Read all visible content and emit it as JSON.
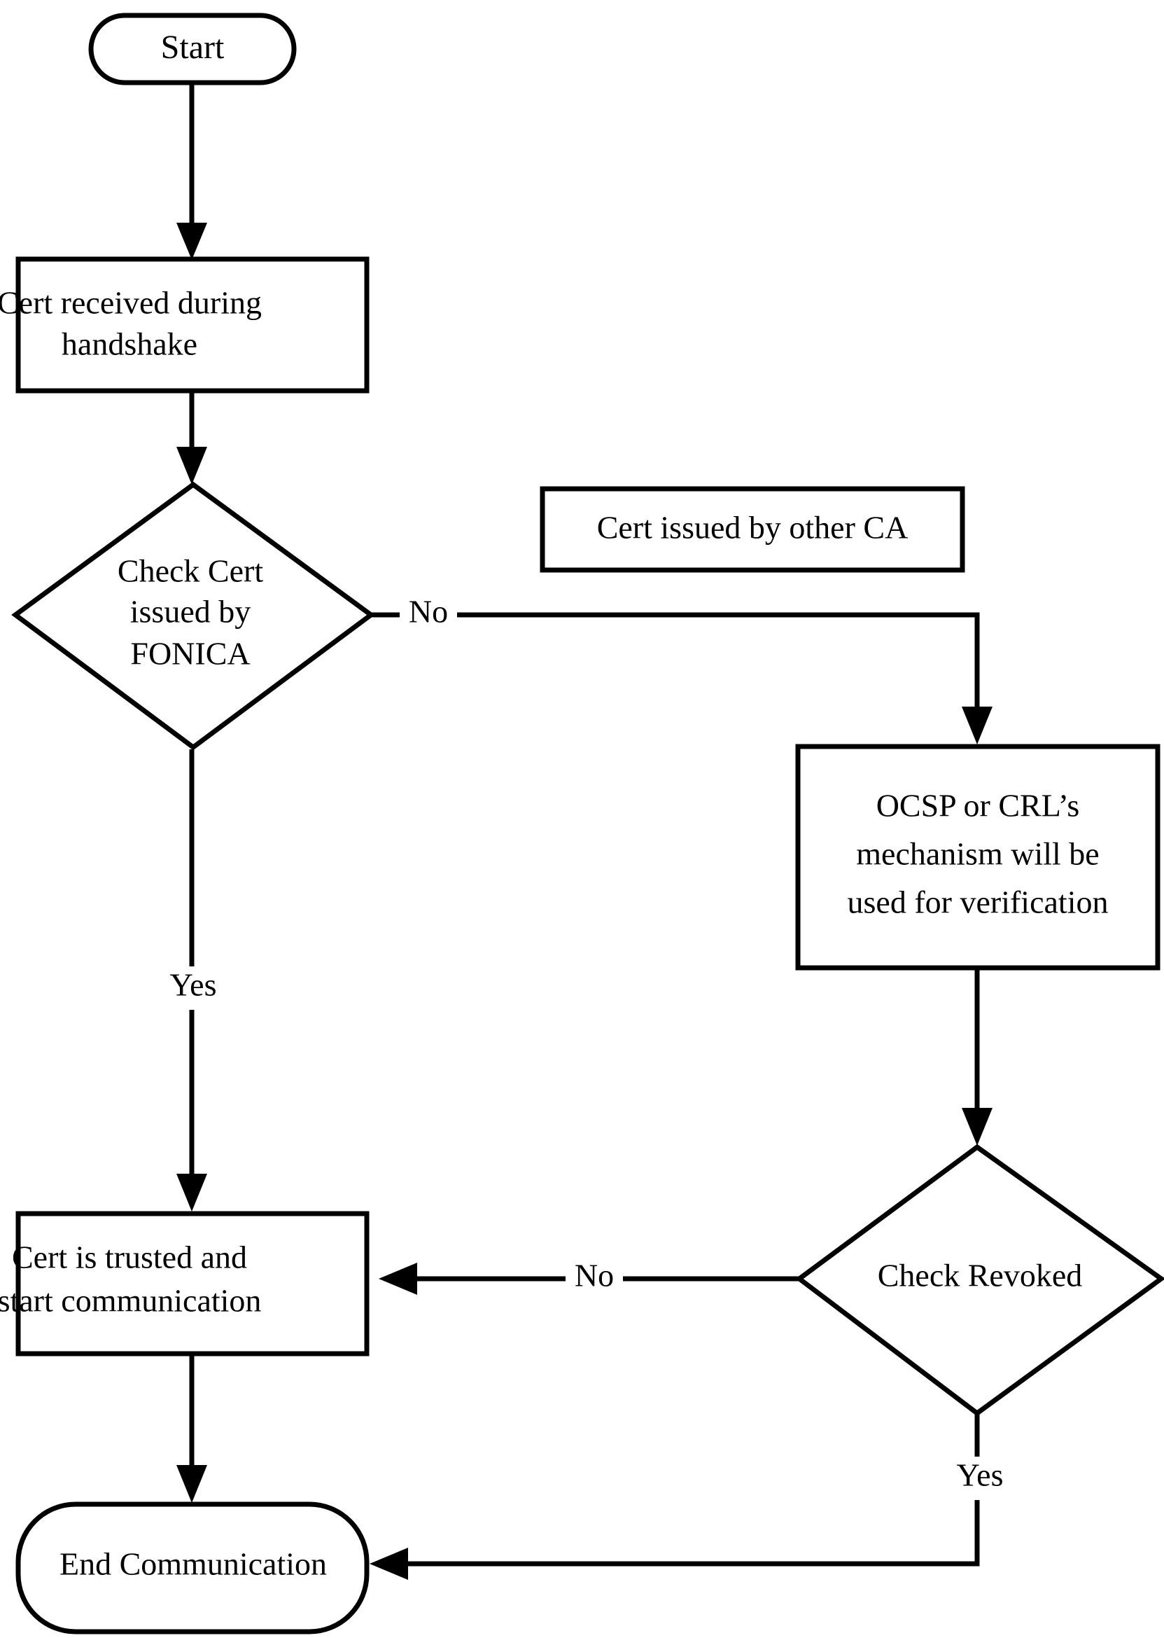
{
  "diagram": {
    "type": "flowchart",
    "title": "Certificate verification flow",
    "background_color": "#ffffff",
    "line_color": "#000000",
    "nodes": [
      {
        "id": "start",
        "shape": "terminator",
        "label": "Start"
      },
      {
        "id": "cert_recv",
        "shape": "process",
        "line1": "Cert received during",
        "line2": "handshake"
      },
      {
        "id": "check_fonica",
        "shape": "decision",
        "line1": "Check Cert",
        "line2": "issued by",
        "line3": "FONICA"
      },
      {
        "id": "other_ca",
        "shape": "process",
        "label": "Cert issued by other CA"
      },
      {
        "id": "ocsp_crl",
        "shape": "process",
        "line1": "OCSP or CRL’s",
        "line2": "mechanism will be",
        "line3": "used for verification"
      },
      {
        "id": "check_revoked",
        "shape": "decision",
        "label": "Check Revoked"
      },
      {
        "id": "cert_trusted",
        "shape": "process",
        "line1": "Cert is trusted and",
        "line2": "start communication"
      },
      {
        "id": "end_comm",
        "shape": "terminator",
        "label": "End Communication"
      }
    ],
    "edges": [
      {
        "from": "start",
        "to": "cert_recv",
        "label": ""
      },
      {
        "from": "cert_recv",
        "to": "check_fonica",
        "label": ""
      },
      {
        "from": "check_fonica",
        "to": "ocsp_crl",
        "label": "No"
      },
      {
        "from": "check_fonica",
        "to": "cert_trusted",
        "label": "Yes"
      },
      {
        "from": "ocsp_crl",
        "to": "check_revoked",
        "label": ""
      },
      {
        "from": "check_revoked",
        "to": "cert_trusted",
        "label": "No"
      },
      {
        "from": "check_revoked",
        "to": "end_comm",
        "label": "Yes"
      },
      {
        "from": "cert_trusted",
        "to": "end_comm",
        "label": ""
      }
    ],
    "edge_labels": {
      "fonica_no": "No",
      "fonica_yes": "Yes",
      "revoked_no": "No",
      "revoked_yes": "Yes"
    }
  }
}
